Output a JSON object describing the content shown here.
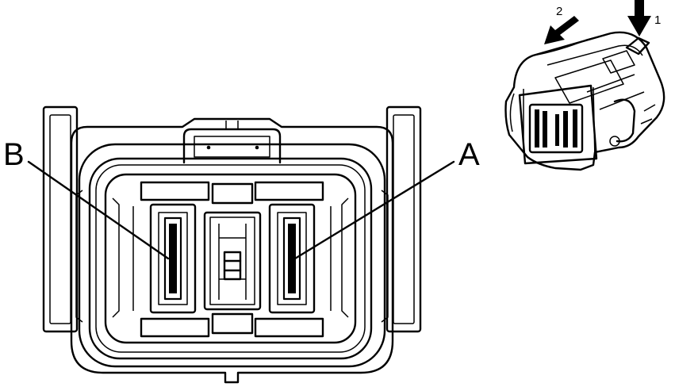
{
  "labels": {
    "terminal_a": "A",
    "terminal_b": "B",
    "step_1": "1",
    "step_2": "2"
  },
  "colors": {
    "line": "#000000",
    "background": "#ffffff"
  }
}
